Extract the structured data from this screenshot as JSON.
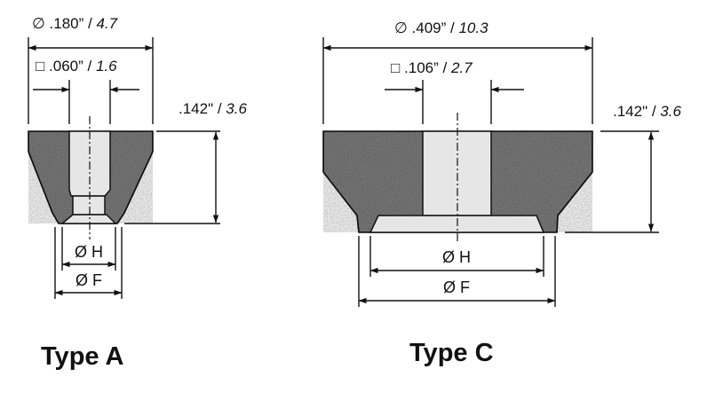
{
  "type_a": {
    "title": "Type A",
    "outer_diameter": {
      "symbol": "∅",
      "inch": ".180”",
      "sep": " / ",
      "mm": "4.7"
    },
    "square": {
      "symbol": "□",
      "inch": ".060”",
      "sep": " / ",
      "mm": "1.6"
    },
    "height": {
      "inch": ".142\"",
      "sep": " / ",
      "mm": "3.6"
    },
    "h_label": "Ø H",
    "f_label": "Ø F"
  },
  "type_c": {
    "title": "Type C",
    "outer_diameter": {
      "symbol": "∅",
      "inch": ".409”",
      "sep": " / ",
      "mm": "10.3"
    },
    "square": {
      "symbol": "□",
      "inch": ".106”",
      "sep": " / ",
      "mm": "2.7"
    },
    "height": {
      "inch": ".142\"",
      "sep": " / ",
      "mm": "3.6"
    },
    "h_label": "Ø H",
    "f_label": "Ø F"
  },
  "colors": {
    "stone": "#7d7d7d",
    "bore": "#e6e6e6",
    "ink": "#111111"
  }
}
